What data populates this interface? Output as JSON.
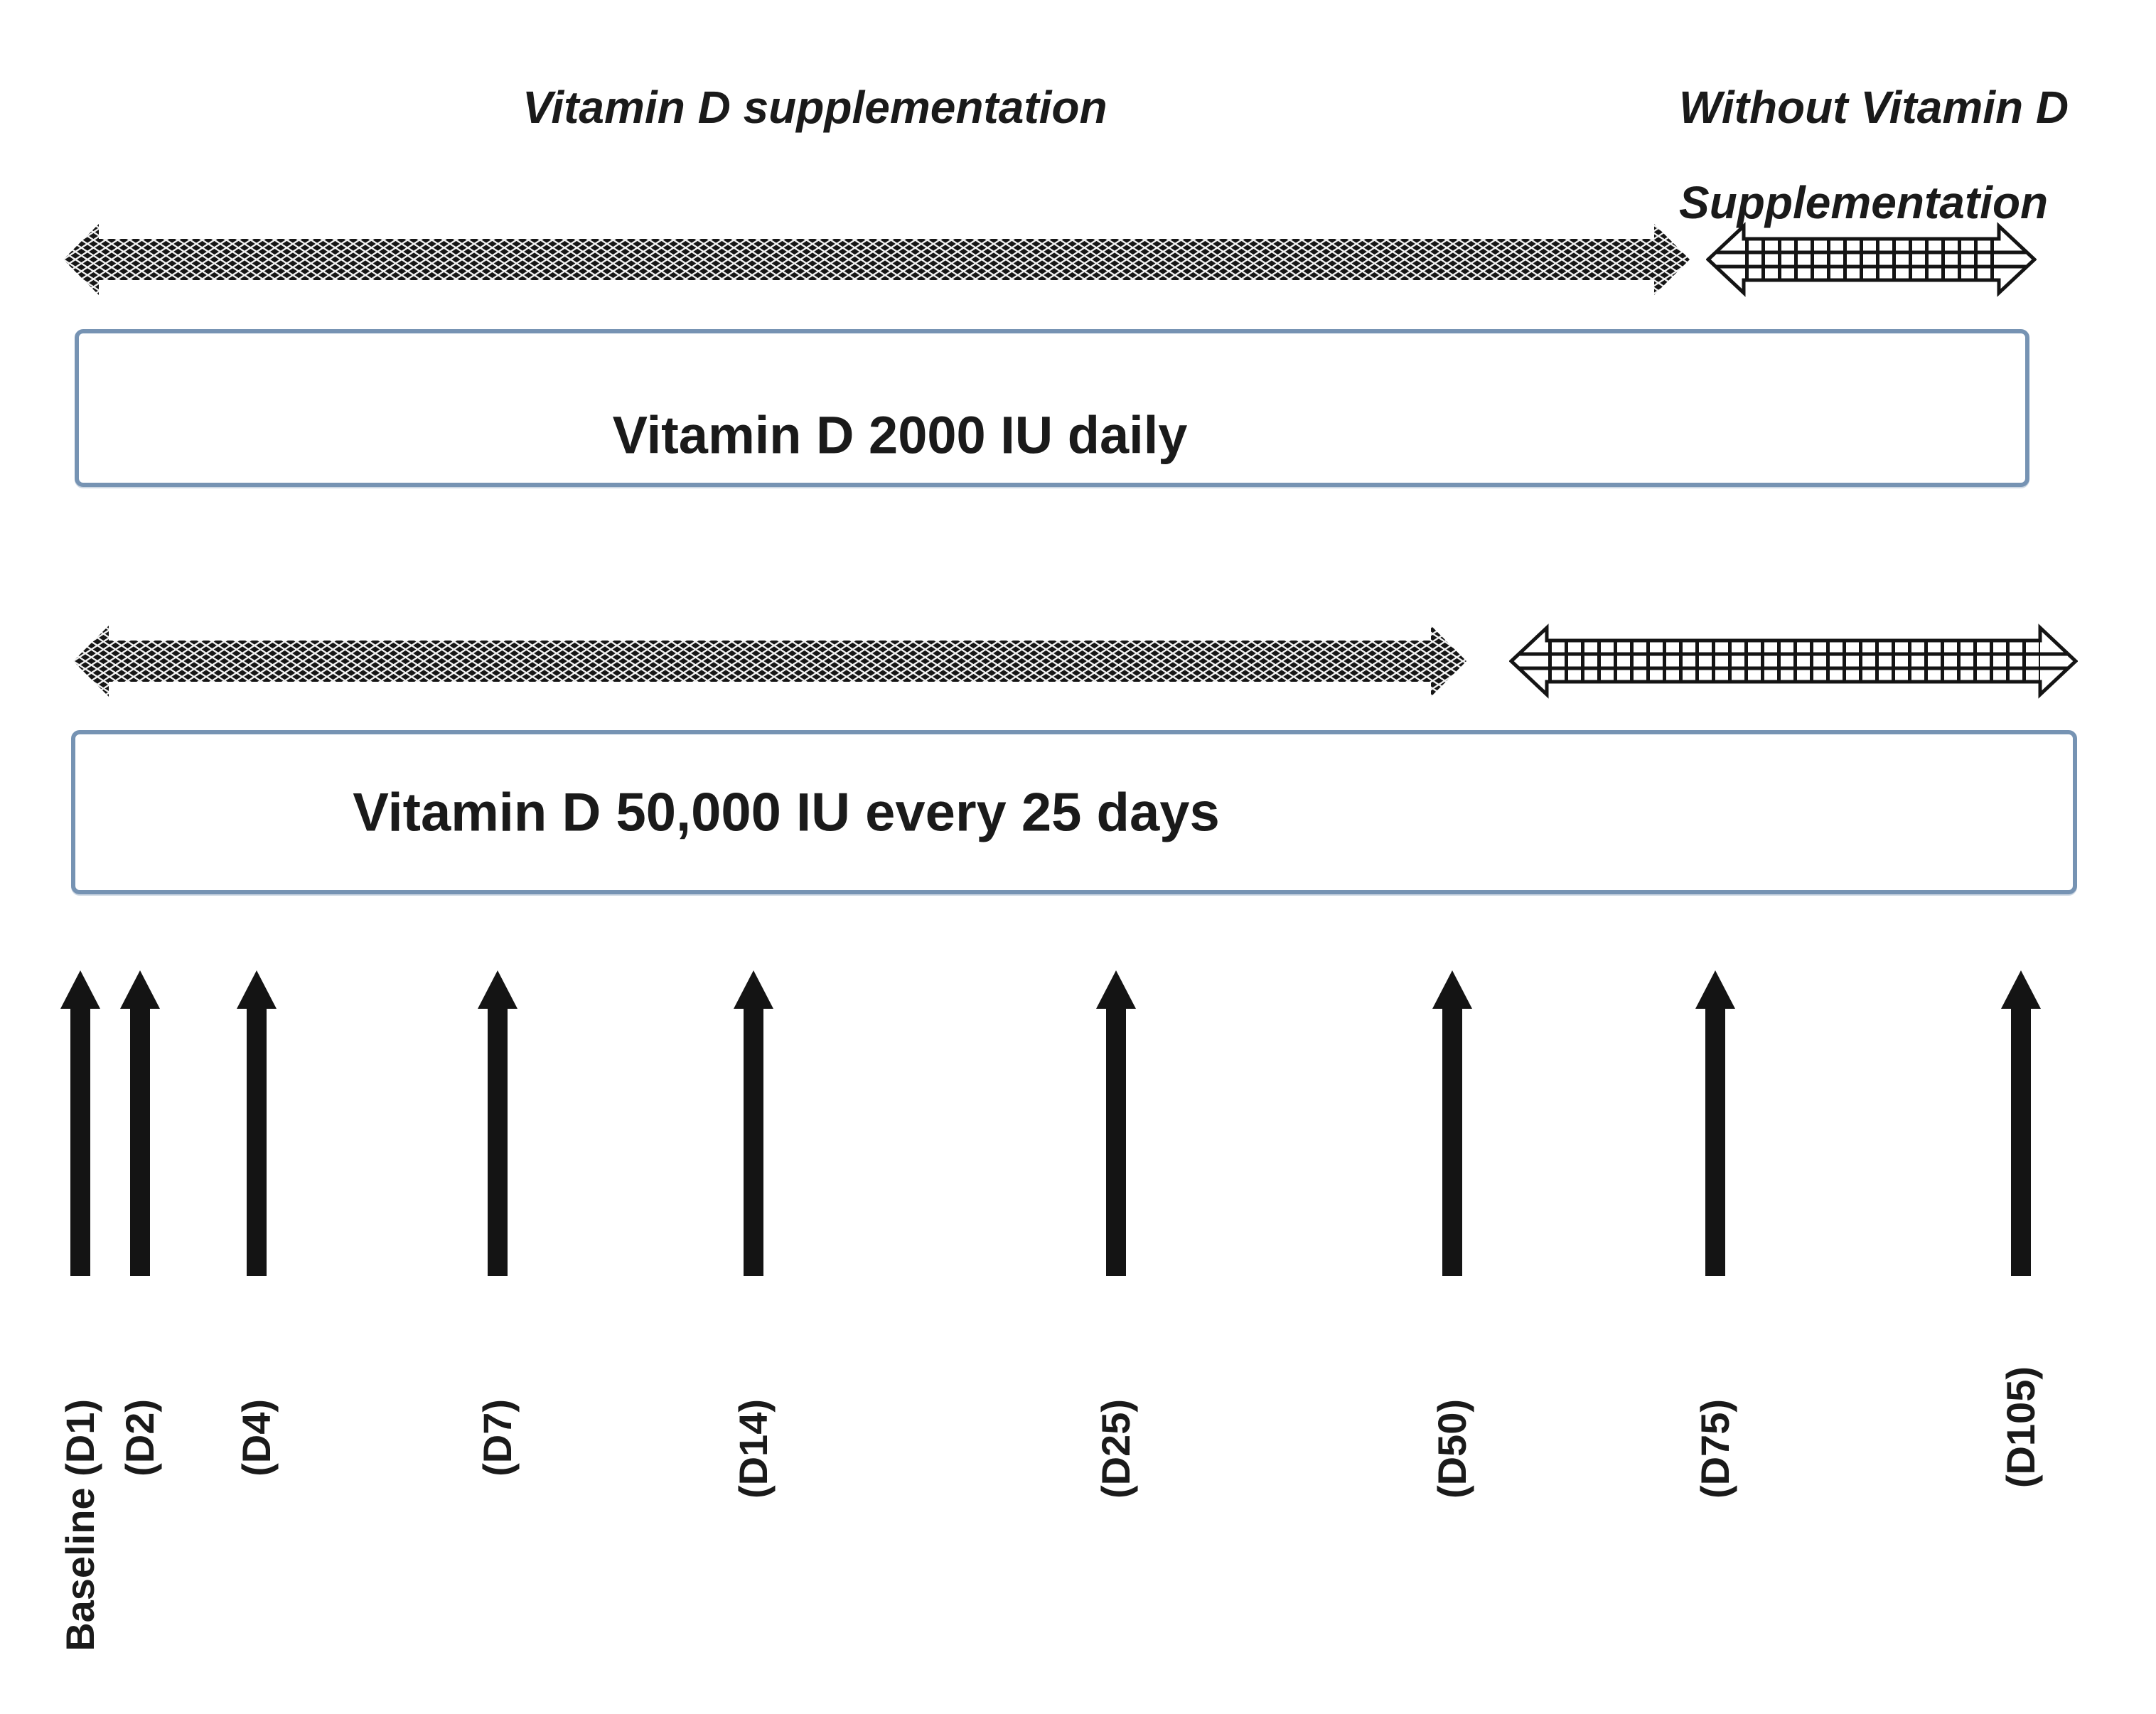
{
  "figure": {
    "phase_labels": {
      "with_supplementation": "Vitamin D supplementation",
      "without_supplementation_line1": "Without Vitamin D",
      "without_supplementation_line2": "Supplementation"
    },
    "regimen_boxes": [
      {
        "label": "Vitamin D 2000 IU daily"
      },
      {
        "label": "Vitamin D 50,000 IU every 25 days"
      }
    ],
    "timepoints": [
      {
        "label": "Baseline (D1)"
      },
      {
        "label": "(D2)"
      },
      {
        "label": "(D4)"
      },
      {
        "label": "(D7)"
      },
      {
        "label": "(D14)"
      },
      {
        "label": "(D25)"
      },
      {
        "label": "(D50)"
      },
      {
        "label": "(D75)"
      },
      {
        "label": "(D105)"
      }
    ],
    "colors": {
      "box_border": "#7693b3",
      "ink": "#141414",
      "background": "#ffffff"
    }
  }
}
